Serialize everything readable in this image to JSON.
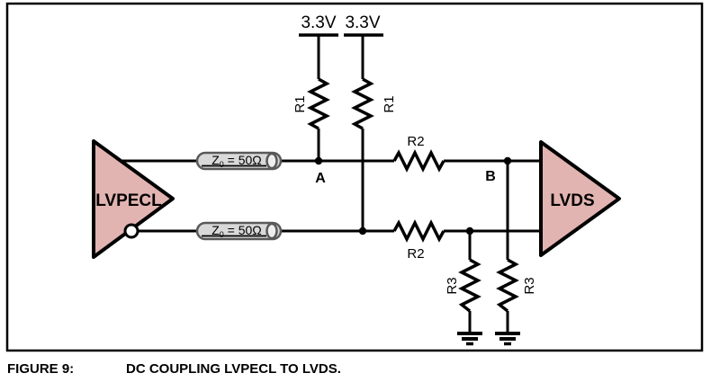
{
  "figure": {
    "caption": {
      "label": "FIGURE 9:",
      "title": "DC COUPLING LVPECL TO LVDS."
    }
  },
  "schematic": {
    "driver_label": "LVPECL",
    "receiver_label": "LVDS",
    "supply_left": "3.3V",
    "supply_right": "3.3V",
    "node_a": "A",
    "node_b": "B",
    "r1_left": "R1",
    "r1_right": "R1",
    "r2_top": "R2",
    "r2_bottom": "R2",
    "r3_left": "R3",
    "r3_right": "R3",
    "tline_top": {
      "z": "Z",
      "sub": "0",
      "rest": " = 50Ω"
    },
    "tline_bottom": {
      "z": "Z",
      "sub": "0",
      "rest": " = 50Ω"
    },
    "colors": {
      "buffer_fill": "#e2b4b1",
      "wire": "#000000",
      "tline_fill": "#d9d9d9",
      "tline_stroke": "#595959"
    }
  }
}
